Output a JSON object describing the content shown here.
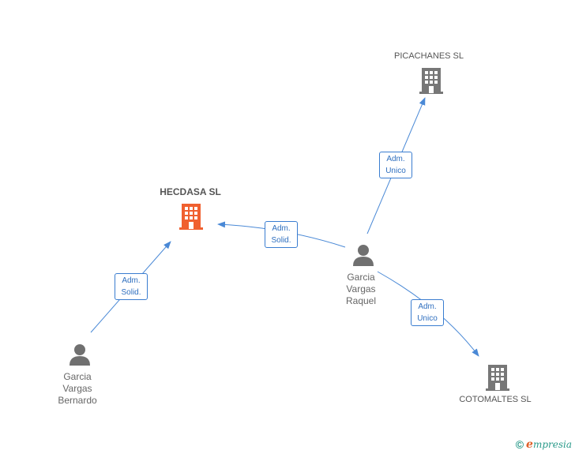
{
  "colors": {
    "edge": "#4a89d6",
    "main_company": "#f0602f",
    "company": "#777777",
    "person": "#707070"
  },
  "nodes": {
    "hecdasa": {
      "label": "HECDASA SL",
      "icon": "building-icon"
    },
    "picachanes": {
      "label": "PICACHANES SL",
      "icon": "building-icon"
    },
    "cotomaltes": {
      "label": "COTOMALTES SL",
      "icon": "building-icon"
    },
    "garcia_raquel": {
      "lines": [
        "Garcia",
        "Vargas",
        "Raquel"
      ],
      "icon": "person-icon"
    },
    "garcia_bernardo": {
      "lines": [
        "Garcia",
        "Vargas",
        "Bernardo"
      ],
      "icon": "person-icon"
    }
  },
  "edges": {
    "raquel_hecdasa": [
      "Adm.",
      "Solid."
    ],
    "bernardo_hecdasa": [
      "Adm.",
      "Solid."
    ],
    "raquel_picachanes": [
      "Adm.",
      "Unico"
    ],
    "raquel_cotomaltes": [
      "Adm.",
      "Unico"
    ]
  },
  "footer": {
    "copyright": "©",
    "brand_initial": "e",
    "brand_rest": "mpresia"
  }
}
